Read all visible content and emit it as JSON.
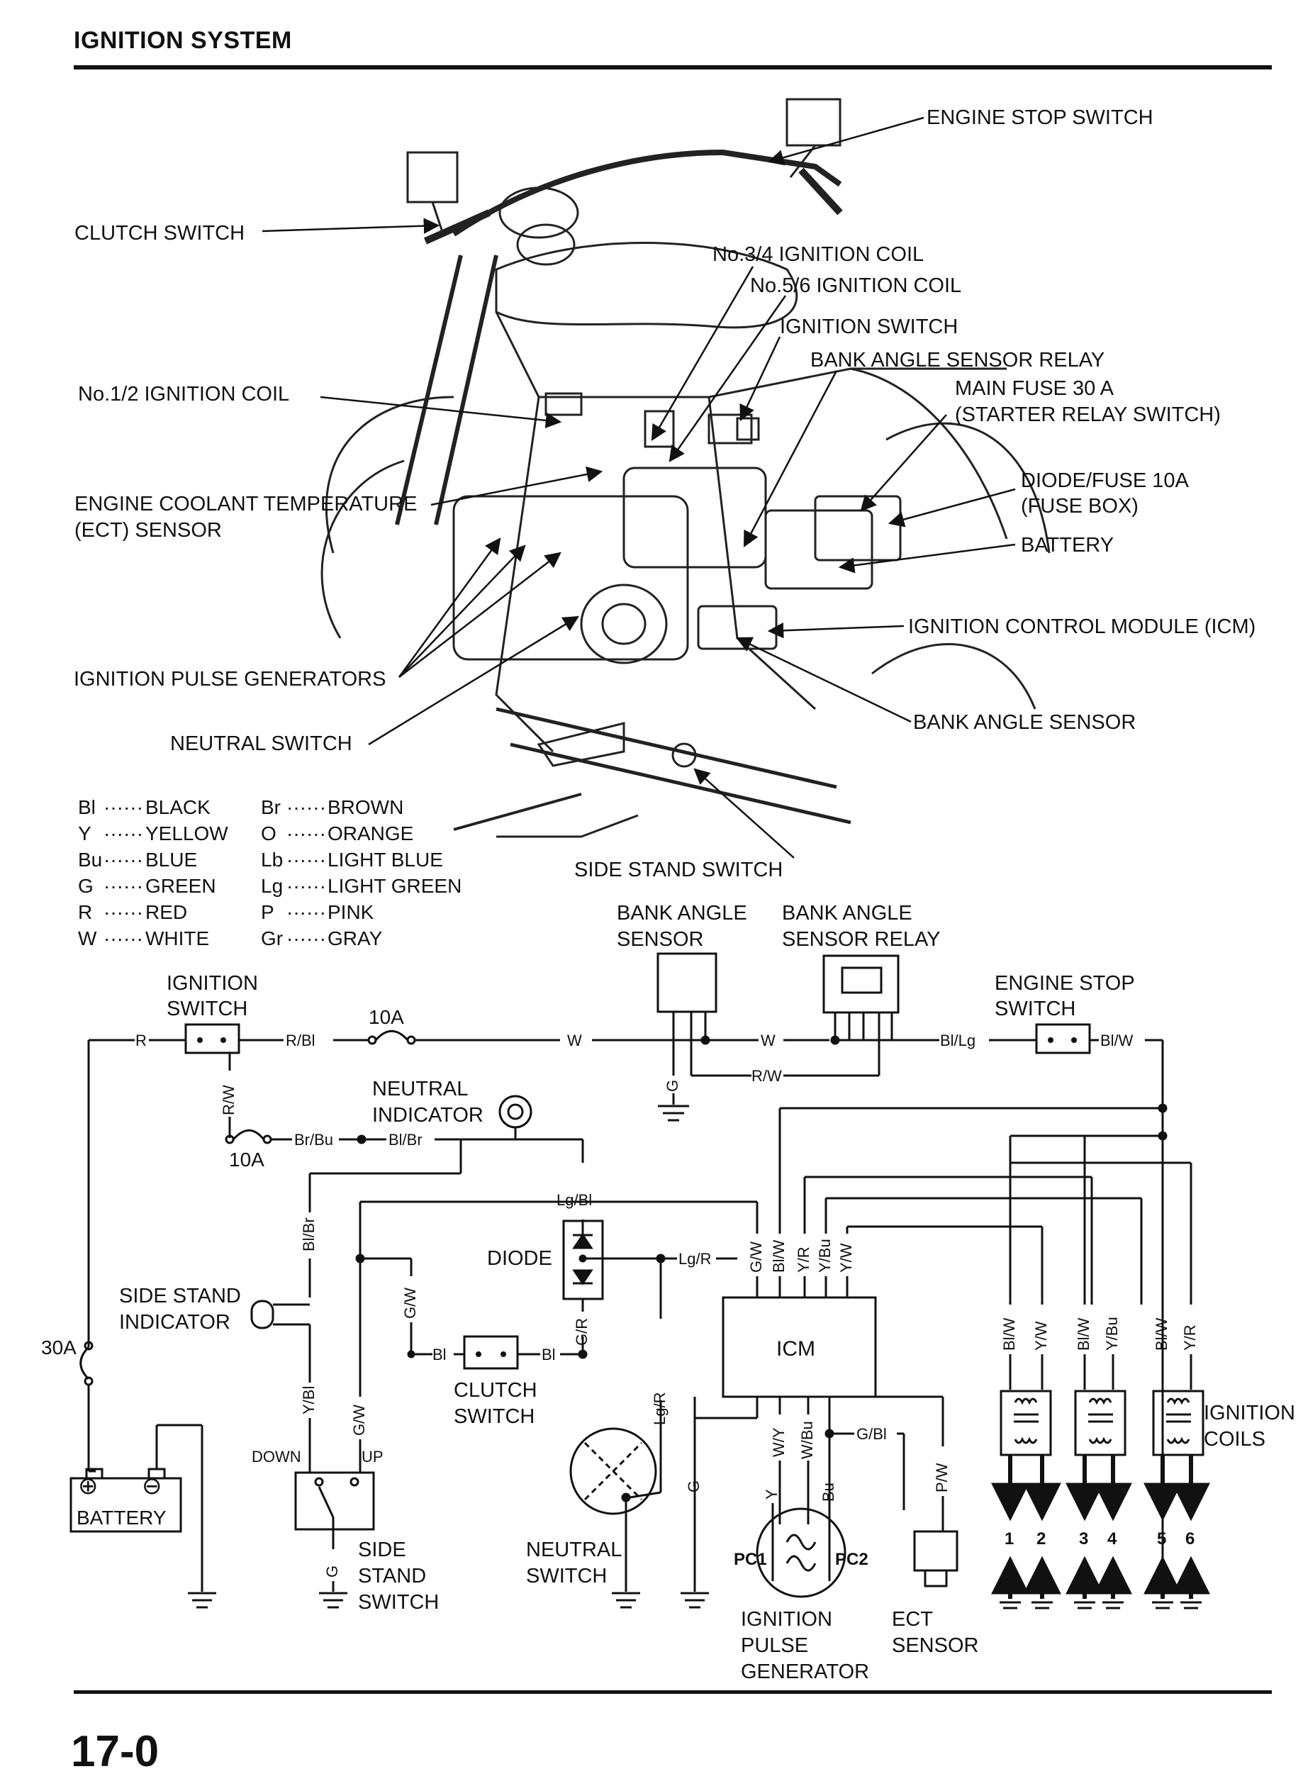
{
  "header": {
    "title": "IGNITION SYSTEM",
    "page_number": "17-0"
  },
  "illustration": {
    "labels": {
      "engine_stop_switch": "ENGINE STOP SWITCH",
      "clutch_switch": "CLUTCH SWITCH",
      "coil_34": "No.3/4 IGNITION COIL",
      "coil_56": "No.5/6 IGNITION COIL",
      "ignition_switch": "IGNITION SWITCH",
      "bank_angle_sensor_relay": "BANK ANGLE SENSOR RELAY",
      "main_fuse_1": "MAIN FUSE 30 A",
      "main_fuse_2": "(STARTER RELAY SWITCH)",
      "coil_12": "No.1/2 IGNITION COIL",
      "diode_fuse_1": "DIODE/FUSE 10A",
      "diode_fuse_2": "(FUSE BOX)",
      "ect_1": "ENGINE COOLANT TEMPERATURE",
      "ect_2": "(ECT) SENSOR",
      "battery": "BATTERY",
      "icm": "IGNITION CONTROL MODULE (ICM)",
      "pulse_generators": "IGNITION PULSE GENERATORS",
      "bank_angle_sensor": "BANK ANGLE SENSOR",
      "neutral_switch": "NEUTRAL SWITCH",
      "side_stand_switch": "SIDE STAND SWITCH"
    }
  },
  "color_legend": [
    {
      "code": "Bl",
      "name": "BLACK"
    },
    {
      "code": "Y",
      "name": "YELLOW"
    },
    {
      "code": "Bu",
      "name": "BLUE"
    },
    {
      "code": "G",
      "name": "GREEN"
    },
    {
      "code": "R",
      "name": "RED"
    },
    {
      "code": "W",
      "name": "WHITE"
    },
    {
      "code": "Br",
      "name": "BROWN"
    },
    {
      "code": "O",
      "name": "ORANGE"
    },
    {
      "code": "Lb",
      "name": "LIGHT BLUE"
    },
    {
      "code": "Lg",
      "name": "LIGHT GREEN"
    },
    {
      "code": "P",
      "name": "PINK"
    },
    {
      "code": "Gr",
      "name": "GRAY"
    }
  ],
  "schematic": {
    "components": {
      "ignition_switch_1": "IGNITION",
      "ignition_switch_2": "SWITCH",
      "fuse_10a_top": "10A",
      "fuse_10a_low": "10A",
      "fuse_30a": "30A",
      "bank_angle_sensor_1": "BANK ANGLE",
      "bank_angle_sensor_2": "SENSOR",
      "relay_1": "BANK ANGLE",
      "relay_2": "SENSOR RELAY",
      "engine_stop_1": "ENGINE STOP",
      "engine_stop_2": "SWITCH",
      "neutral_ind_1": "NEUTRAL",
      "neutral_ind_2": "INDICATOR",
      "diode": "DIODE",
      "side_stand_ind_1": "SIDE STAND",
      "side_stand_ind_2": "INDICATOR",
      "clutch_1": "CLUTCH",
      "clutch_2": "SWITCH",
      "icm": "ICM",
      "battery": "BATTERY",
      "down": "DOWN",
      "up": "UP",
      "side_stand_sw_1": "SIDE",
      "side_stand_sw_2": "STAND",
      "side_stand_sw_3": "SWITCH",
      "neutral_sw_1": "NEUTRAL",
      "neutral_sw_2": "SWITCH",
      "pc1": "PC1",
      "pc2": "PC2",
      "pulse_gen_1": "IGNITION",
      "pulse_gen_2": "PULSE",
      "pulse_gen_3": "GENERATOR",
      "ect_1": "ECT",
      "ect_2": "SENSOR",
      "coils_1": "IGNITION",
      "coils_2": "COILS",
      "plus": "⊕",
      "minus": "⊖"
    },
    "wires": {
      "R": "R",
      "R_Bl": "R/Bl",
      "W": "W",
      "G": "G",
      "R_W": "R/W",
      "Bl_Lg": "Bl/Lg",
      "Bl_W": "Bl/W",
      "Br_Bu": "Br/Bu",
      "Bl_Br": "Bl/Br",
      "Lg_Bl": "Lg/Bl",
      "G_W": "G/W",
      "Y_R": "Y/R",
      "Y_Bu": "Y/Bu",
      "Y_W": "Y/W",
      "Lg_R": "Lg/R",
      "G_R": "G/R",
      "Bl": "Bl",
      "Y_Bl": "Y/Bl",
      "W_Y": "W/Y",
      "W_Bu": "W/Bu",
      "G_Bl": "G/Bl",
      "P_W": "P/W",
      "Y": "Y",
      "Bu": "Bu"
    },
    "spark_plugs": [
      "1",
      "2",
      "3",
      "4",
      "5",
      "6"
    ]
  }
}
